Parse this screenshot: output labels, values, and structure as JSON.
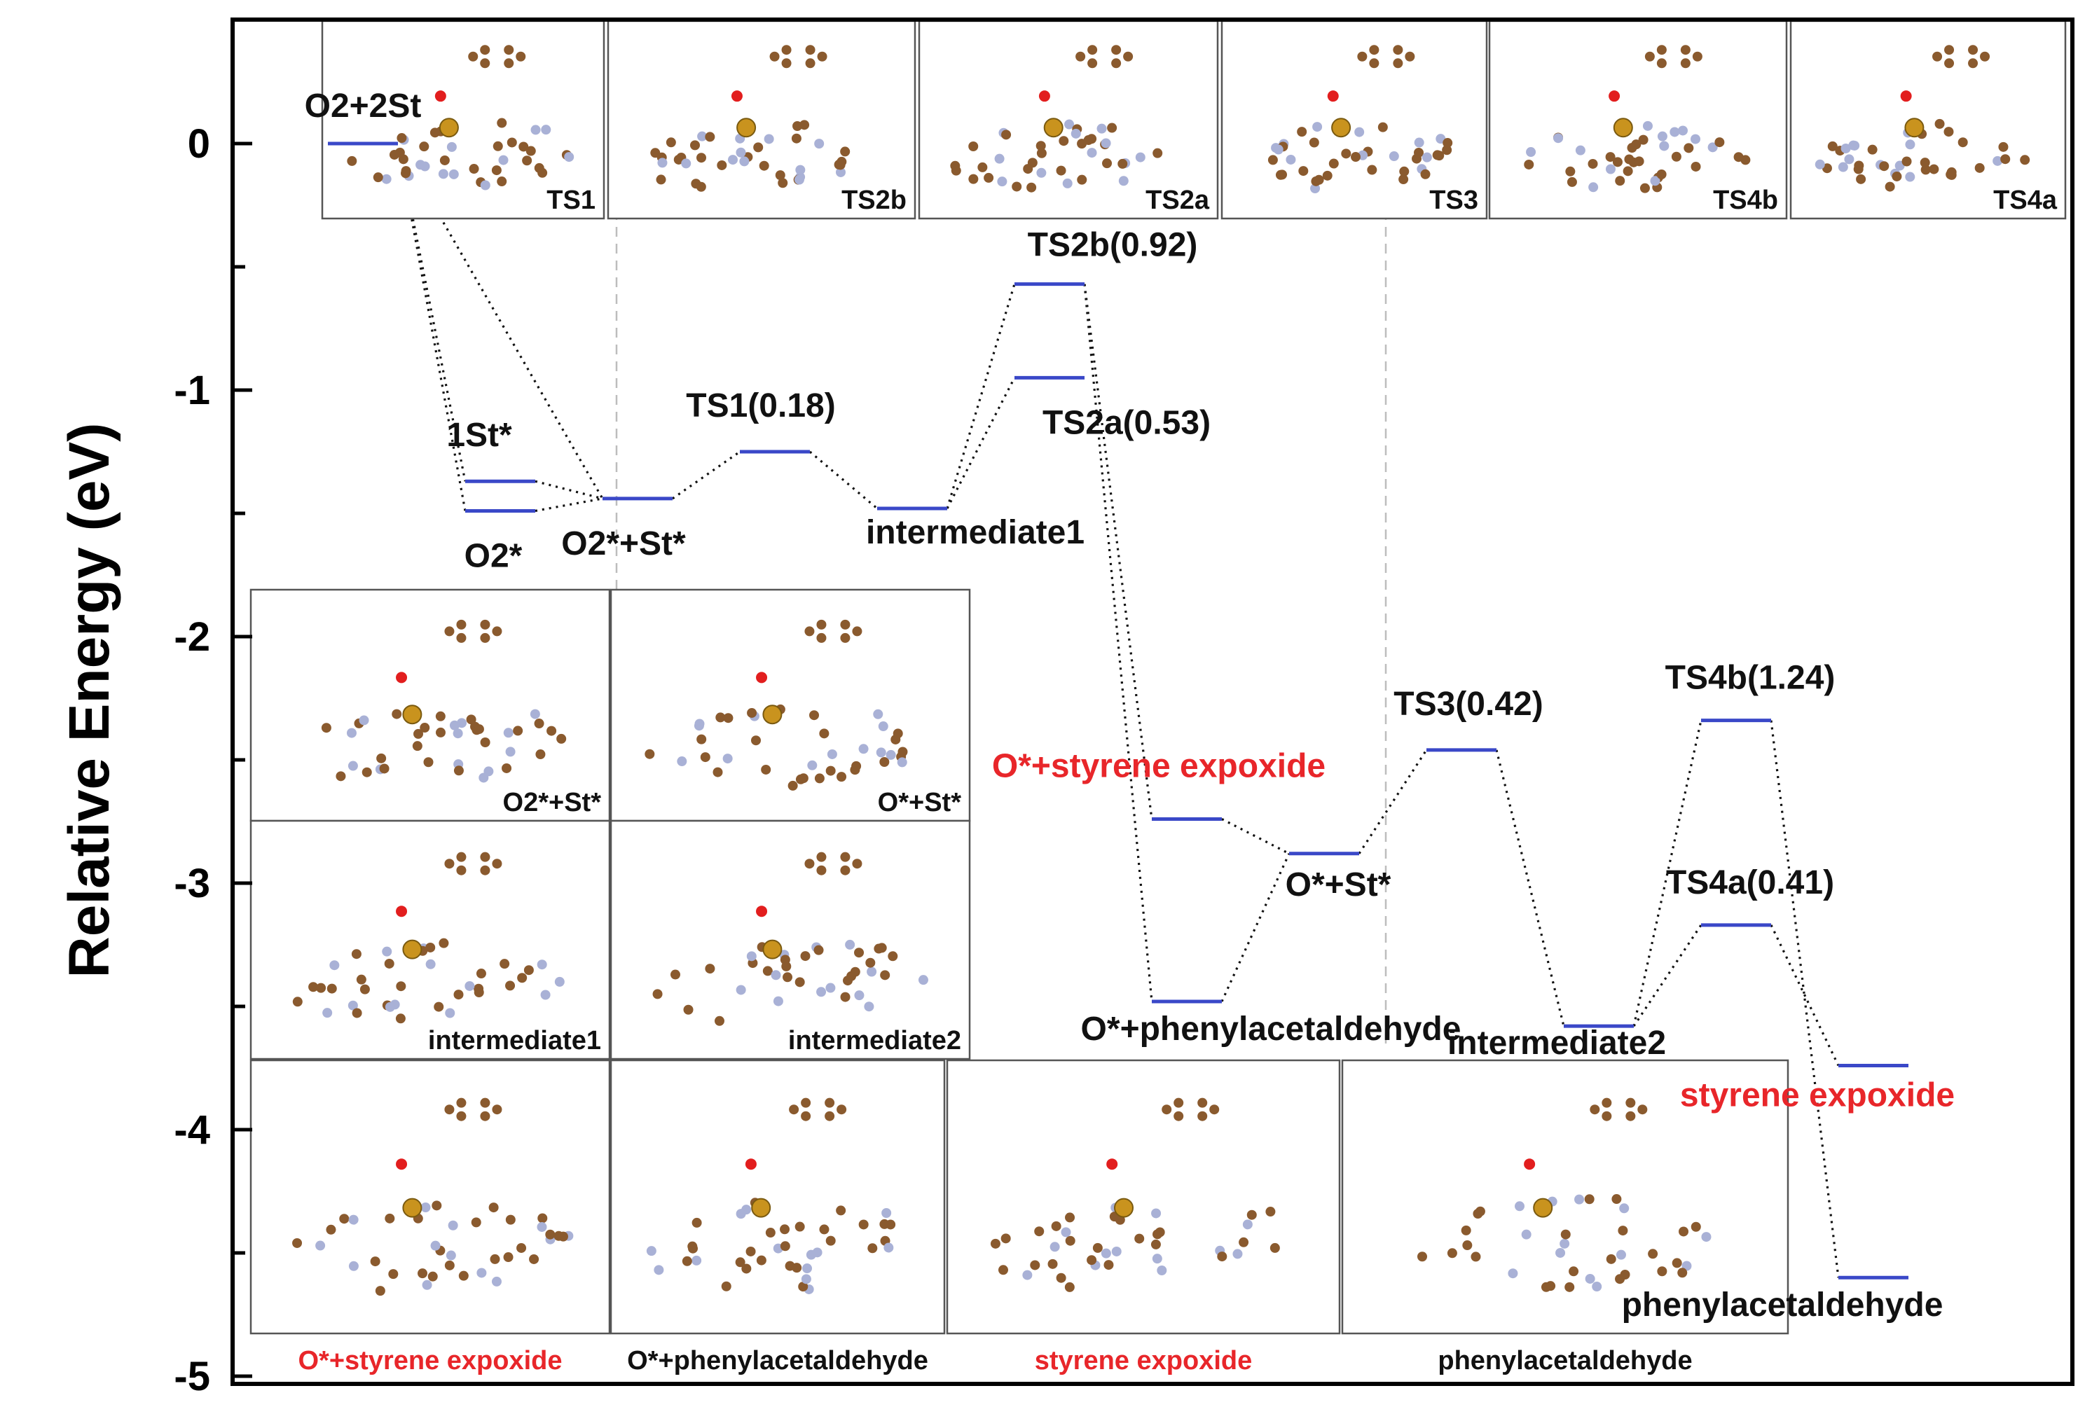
{
  "chart_data": {
    "type": "energy_profile",
    "ylabel": "Relative Energy (eV)",
    "ylim": [
      -5,
      0.5
    ],
    "yticks": [
      "0",
      "-1",
      "-2",
      "-3",
      "-4",
      "-5"
    ],
    "ytick_values": [
      0,
      -1,
      -2,
      -3,
      -4,
      -5
    ],
    "states": [
      {
        "id": "s0",
        "label": "O2+2St",
        "x": 0.5,
        "y": 0.0
      },
      {
        "id": "s1a",
        "label": "1St*",
        "x": 1.5,
        "y": -1.37
      },
      {
        "id": "s1b",
        "label": "O2*",
        "x": 1.5,
        "y": -1.49
      },
      {
        "id": "s2",
        "label": "O2*+St*",
        "x": 2.5,
        "y": -1.44
      },
      {
        "id": "s3",
        "label": "TS1(0.18)",
        "x": 3.5,
        "y": -1.25
      },
      {
        "id": "s4",
        "label": "intermediate1",
        "x": 4.5,
        "y": -1.48
      },
      {
        "id": "s5a",
        "label": "TS2b(0.92)",
        "x": 5.5,
        "y": -0.57
      },
      {
        "id": "s5b",
        "label": "TS2a(0.53)",
        "x": 5.5,
        "y": -0.95
      },
      {
        "id": "s6a",
        "label": "O*+styrene expoxide",
        "x": 6.5,
        "y": -2.74
      },
      {
        "id": "s6b",
        "label": "O*+phenylacetaldehyde",
        "x": 6.5,
        "y": -3.48
      },
      {
        "id": "s7",
        "label": "O*+St*",
        "x": 7.5,
        "y": -2.88
      },
      {
        "id": "s8",
        "label": "TS3(0.42)",
        "x": 8.5,
        "y": -2.46
      },
      {
        "id": "s9",
        "label": "intermediate2",
        "x": 9.5,
        "y": -3.58
      },
      {
        "id": "s10a",
        "label": "TS4b(1.24)",
        "x": 10.5,
        "y": -2.34
      },
      {
        "id": "s10b",
        "label": "TS4a(0.41)",
        "x": 10.5,
        "y": -3.17
      },
      {
        "id": "s11a",
        "label": "styrene expoxide",
        "x": 11.5,
        "y": -3.74
      },
      {
        "id": "s11b",
        "label": "phenylacetaldehyde",
        "x": 11.5,
        "y": -4.6
      }
    ],
    "connections": [
      [
        "s0",
        "s1a"
      ],
      [
        "s0",
        "s1b"
      ],
      [
        "s0",
        "s2"
      ],
      [
        "s1a",
        "s2"
      ],
      [
        "s1b",
        "s2"
      ],
      [
        "s2",
        "s3"
      ],
      [
        "s3",
        "s4"
      ],
      [
        "s4",
        "s5a"
      ],
      [
        "s4",
        "s5b"
      ],
      [
        "s5a",
        "s6a"
      ],
      [
        "s5a",
        "s6b"
      ],
      [
        "s6a",
        "s7"
      ],
      [
        "s6b",
        "s7"
      ],
      [
        "s7",
        "s8"
      ],
      [
        "s8",
        "s9"
      ],
      [
        "s9",
        "s10a"
      ],
      [
        "s9",
        "s10b"
      ],
      [
        "s10a",
        "s11b"
      ],
      [
        "s10b",
        "s11a"
      ]
    ]
  },
  "insets_top": [
    "TS1",
    "TS2b",
    "TS2a",
    "TS3",
    "TS4b",
    "TS4a"
  ],
  "insets_left": [
    "O2*+St*",
    "O*+St*",
    "intermediate1",
    "intermediate2"
  ],
  "insets_bottom": [
    "O*+styrene expoxide",
    "O*+phenylacetaldehyde",
    "styrene expoxide",
    "phenylacetaldehyde"
  ],
  "colors": {
    "level": "#3a48c8",
    "highlight_text": "#e8262a",
    "carbon": "#8a5a2e",
    "nitrogen": "#a9b1d6",
    "metal": "#c9931e",
    "oxygen": "#e21e1e"
  }
}
